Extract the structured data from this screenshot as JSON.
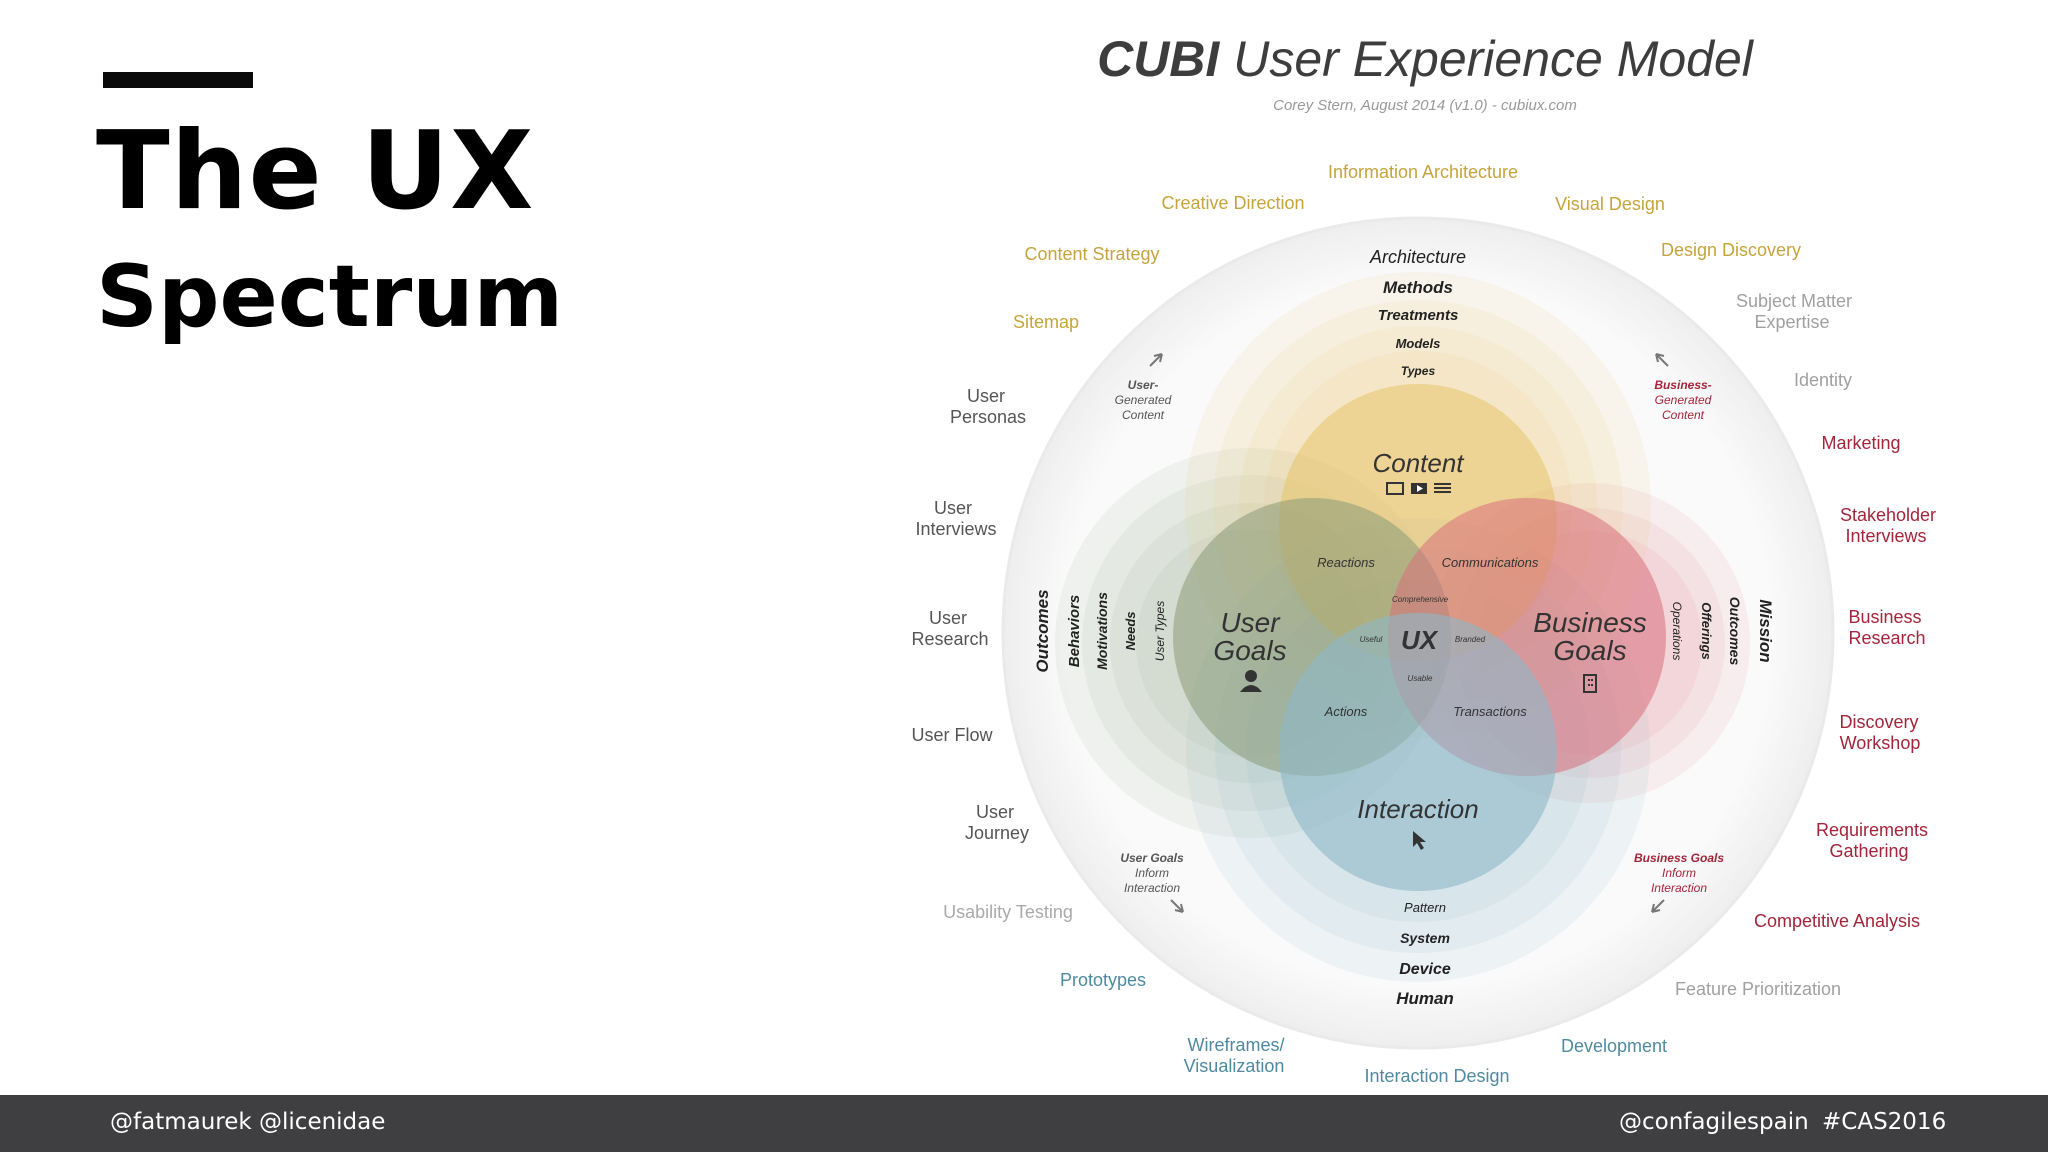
{
  "slide": {
    "title_line1": "The UX",
    "title_line2": "Spectrum"
  },
  "footer": {
    "handles": "@fatmaurek @licenidae",
    "conference": "@confagilespain",
    "hashtag": "#CAS2016"
  },
  "diagram": {
    "title_bold": "CUBI",
    "title_rest": " User Experience Model",
    "byline": "Corey Stern, August 2014  (v1.0)  - cubiux.com",
    "center_label": "UX",
    "circles": {
      "content": "Content",
      "user_goals": [
        "User",
        "Goals"
      ],
      "business_goals": [
        "Business",
        "Goals"
      ],
      "interaction": "Interaction"
    },
    "intersections": {
      "reactions": "Reactions",
      "communications": "Communications",
      "actions": "Actions",
      "transactions": "Transactions",
      "comprehensive": "Comprehensive",
      "useful": "Useful",
      "branded": "Branded",
      "usable": "Usable"
    },
    "content_layers": [
      "Architecture",
      "Methods",
      "Treatments",
      "Models",
      "Types"
    ],
    "interaction_layers": [
      "Human",
      "Device",
      "System",
      "Pattern"
    ],
    "user_layers": [
      "Outcomes",
      "Behaviors",
      "Motivations",
      "Needs",
      "User Types"
    ],
    "business_layers": [
      "Mission",
      "Outcomes",
      "Offerings",
      "Operations"
    ],
    "notes": {
      "user_generated": [
        "User-",
        "Generated",
        "Content"
      ],
      "business_generated": [
        "Business-",
        "Generated",
        "Content"
      ],
      "user_goals_inform": [
        "User Goals",
        "Inform",
        "Interaction"
      ],
      "business_goals_inform": [
        "Business Goals",
        "Inform",
        "Interaction"
      ]
    },
    "disciplines_top": [
      "Information Architecture",
      "Creative Direction",
      "Visual Design",
      "Content Strategy",
      "Design Discovery",
      "Sitemap"
    ],
    "disciplines_left": [
      [
        "User",
        "Personas"
      ],
      [
        "User",
        "Interviews"
      ],
      [
        "User",
        "Research"
      ],
      [
        "User Flow"
      ],
      [
        "User",
        "Journey"
      ],
      [
        "Usability Testing"
      ]
    ],
    "disciplines_right": [
      [
        "Subject Matter",
        "Expertise"
      ],
      [
        "Identity"
      ],
      [
        "Marketing"
      ],
      [
        "Stakeholder",
        "Interviews"
      ],
      [
        "Business",
        "Research"
      ],
      [
        "Discovery",
        "Workshop"
      ],
      [
        "Requirements",
        "Gathering"
      ],
      [
        "Competitive Analysis"
      ],
      [
        "Feature Prioritization"
      ]
    ],
    "disciplines_bottom": [
      [
        "Prototypes"
      ],
      [
        "Wireframes/",
        "Visualization"
      ],
      [
        "Interaction Design"
      ],
      [
        "Development"
      ]
    ],
    "colors": {
      "content": "#e7c36a",
      "user": "#8a9a78",
      "business": "#d9707c",
      "interaction": "#8db8c8",
      "content_text": "#c4a43b",
      "user_text": "#555555",
      "business_text": "#a3253a",
      "interaction_text": "#4e8aa0"
    }
  }
}
